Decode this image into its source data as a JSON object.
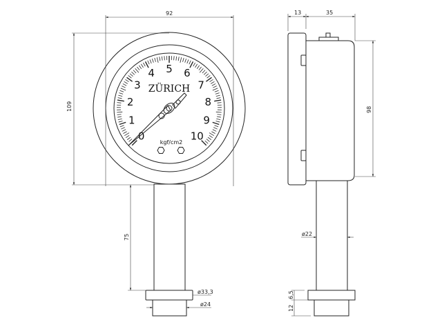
{
  "dial": {
    "brand": "ZÜRICH",
    "unit": "kgf/cm2",
    "scale_labels": [
      "0",
      "1",
      "2",
      "3",
      "4",
      "5",
      "6",
      "7",
      "8",
      "9",
      "10"
    ],
    "needle_value": 0
  },
  "dimensions": {
    "bezel_width": "92",
    "overall_height": "109",
    "stem_length": "75",
    "flange_diameter": "ø33,3",
    "thread_diameter": "ø24",
    "front_depth": "13",
    "body_depth": "35",
    "body_height": "98",
    "stem_diameter": "ø22",
    "flange_thickness": "6,5",
    "thread_length": "12"
  }
}
